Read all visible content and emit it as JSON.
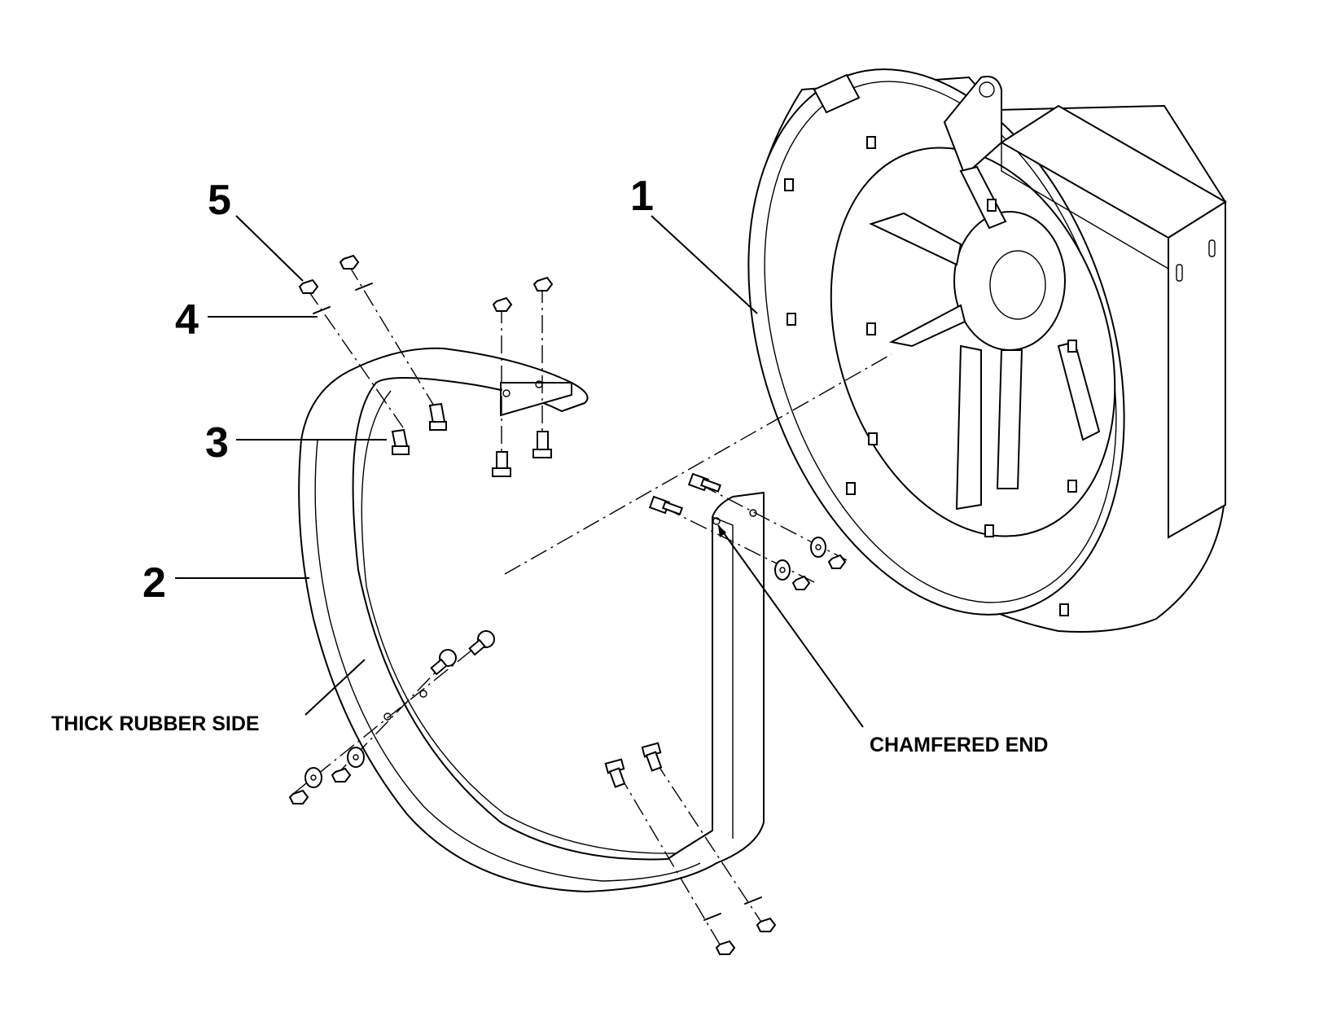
{
  "callouts": {
    "c1": "1",
    "c2": "2",
    "c3": "3",
    "c4": "4",
    "c5": "5"
  },
  "notes": {
    "thick_rubber_side": "THICK RUBBER SIDE",
    "chamfered_end": "CHAMFERED END"
  },
  "colors": {
    "line": "#000000",
    "background": "#ffffff"
  }
}
